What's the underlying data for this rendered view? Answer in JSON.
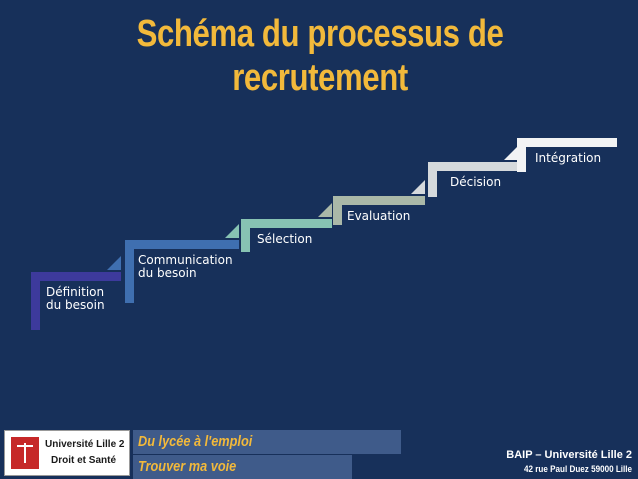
{
  "title": {
    "line1": "Schéma du processus de",
    "line2": "recrutement"
  },
  "steps": [
    {
      "lines": [
        "Définition",
        "du besoin"
      ],
      "color": "#3d3a9c"
    },
    {
      "lines": [
        "Communication",
        "du besoin"
      ],
      "color": "#3f6fb0"
    },
    {
      "lines": [
        "Sélection"
      ],
      "color": "#87c3b3"
    },
    {
      "lines": [
        "Evaluation"
      ],
      "color": "#aab8a8"
    },
    {
      "lines": [
        "Décision"
      ],
      "color": "#d5d9dc"
    },
    {
      "lines": [
        "Intégration"
      ],
      "color": "#f2f3f4"
    }
  ],
  "footer": {
    "logo_line1": "Université Lille 2",
    "logo_line2": "Droit et Santé",
    "band1": "Du lycée à l'emploi",
    "band2": "Trouver ma voie",
    "address_line1": "BAIP – Université Lille 2",
    "address_line2": "42 rue Paul Duez 59000 Lille"
  },
  "colors": {
    "background": "#17305a",
    "title": "#f2b93b",
    "band": "#3f5b8a"
  }
}
